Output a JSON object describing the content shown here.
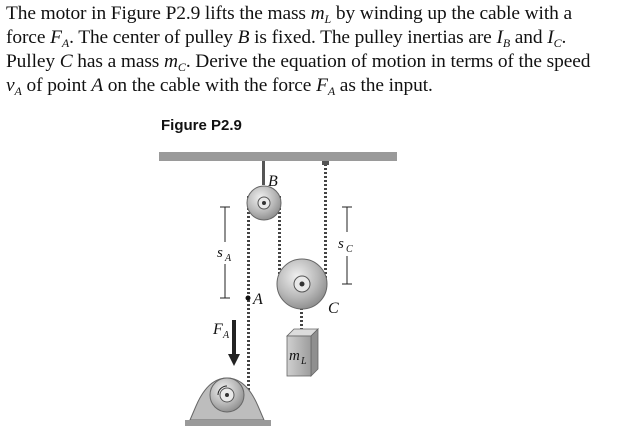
{
  "problem": {
    "l1_a": "The motor in Figure P2.9 lifts the mass ",
    "l1_m": "m",
    "l1_msub": "L",
    "l1_b": " by winding up the cable with a",
    "l2_a": "force ",
    "l2_F": "F",
    "l2_Fsub": "A",
    "l2_b": ". The center of pulley ",
    "l2_B": "B",
    "l2_c": " is fixed. The pulley inertias are ",
    "l2_I1": "I",
    "l2_I1sub": "B",
    "l2_and": " and ",
    "l2_I2": "I",
    "l2_I2sub": "C",
    "l2_end": ".",
    "l3_a": "Pulley ",
    "l3_C": "C",
    "l3_b": " has a mass ",
    "l3_m": "m",
    "l3_msub": "C",
    "l3_c": ". Derive the equation of motion in terms of the speed",
    "l4_v": "v",
    "l4_vsub": "A",
    "l4_a": " of point ",
    "l4_A": "A",
    "l4_b": " on the cable with the force ",
    "l4_F": "F",
    "l4_Fsub": "A",
    "l4_c": " as the input."
  },
  "figure": {
    "title": "Figure P2.9",
    "labels": {
      "B": "B",
      "C": "C",
      "A": "A",
      "sA": "s",
      "sA_sub": "A",
      "sC": "s",
      "sC_sub": "C",
      "FA": "F",
      "FA_sub": "A",
      "mL": "m",
      "mL_sub": "L"
    }
  }
}
